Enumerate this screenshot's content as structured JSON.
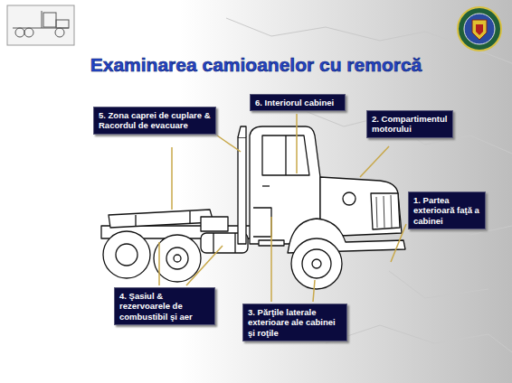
{
  "diagram": {
    "title": "Examinarea camioanelor cu remorcă",
    "nodes": [
      {
        "text": [
          "5. Zona caprei de cuplare & Racordul de evacuare"
        ]
      },
      {
        "text": [
          "6. Interiorul cabinei"
        ]
      },
      {
        "text": [
          "2.  Compartimentul motorului"
        ]
      },
      {
        "text": [
          "1. Partea exterioară faţă a cabinei"
        ]
      },
      {
        "text": [
          "4. Şasiul & rezervoarele de combustibil şi aer"
        ]
      },
      {
        "text": [
          "3. Părţile laterale exterioare ale cabinei şi roţile"
        ]
      }
    ]
  }
}
